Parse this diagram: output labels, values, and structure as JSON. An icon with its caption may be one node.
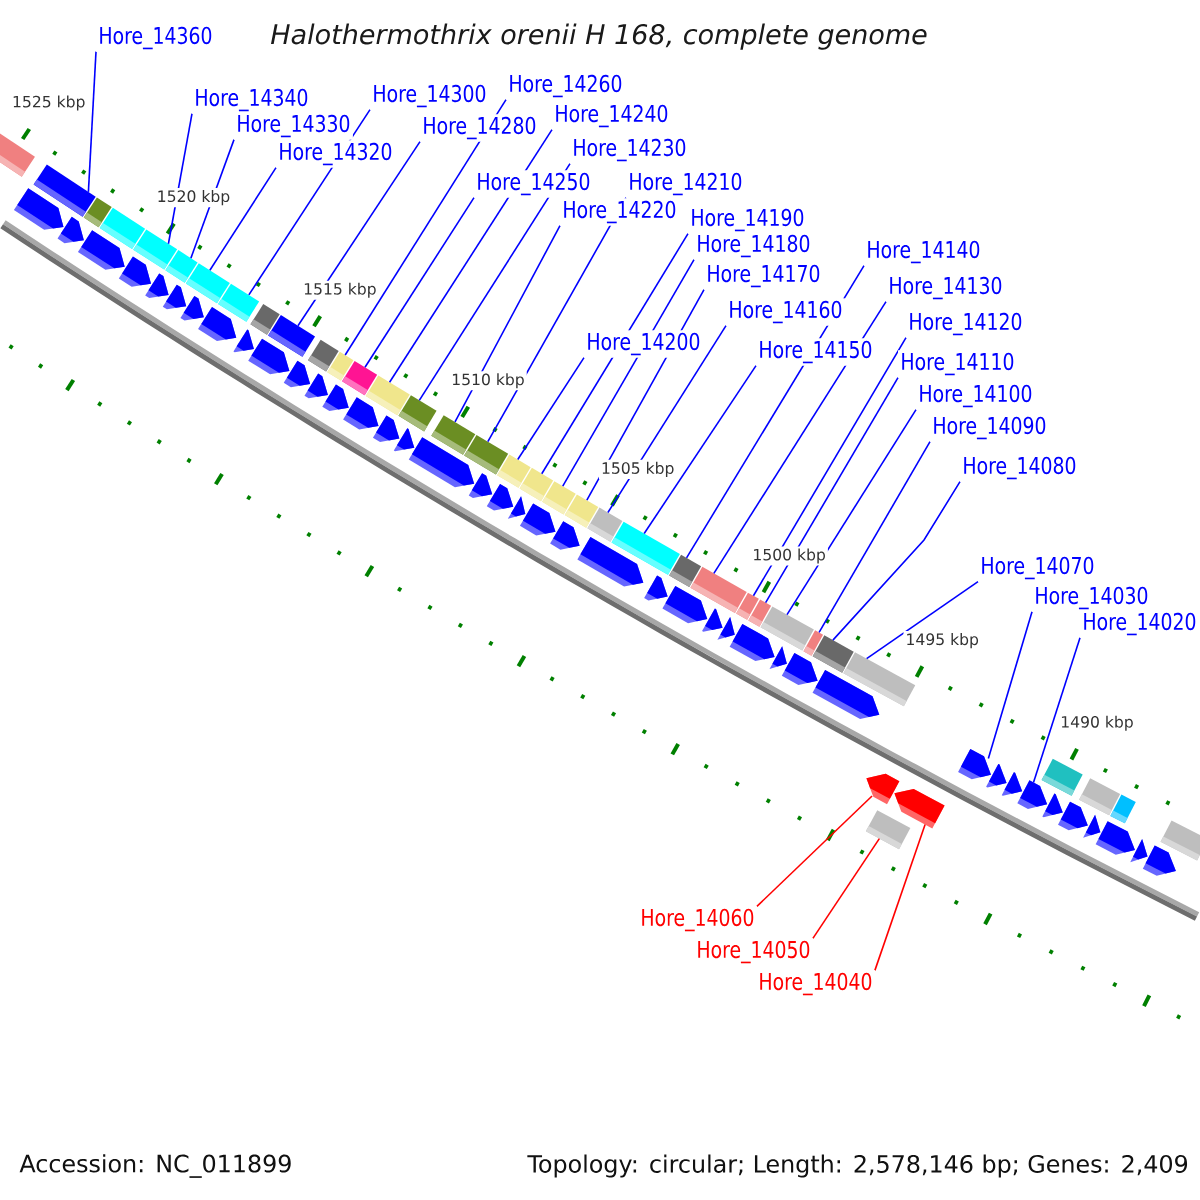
{
  "diagram": {
    "title": "Halothermothrix orenii H 168, complete genome",
    "nodes": [
      {
        "text": [
          "Hore_14360"
        ]
      },
      {
        "text": [
          "Hore_14340"
        ]
      },
      {
        "text": [
          "Hore_14330"
        ]
      },
      {
        "text": [
          "Hore_14320"
        ]
      },
      {
        "text": [
          "Hore_14300"
        ]
      },
      {
        "text": [
          "Hore_14280"
        ]
      },
      {
        "text": [
          "Hore_14260"
        ]
      },
      {
        "text": [
          "Hore_14250"
        ]
      },
      {
        "text": [
          "Hore_14240"
        ]
      },
      {
        "text": [
          "Hore_14230"
        ]
      },
      {
        "text": [
          "Hore_14220"
        ]
      },
      {
        "text": [
          "Hore_14210"
        ]
      },
      {
        "text": [
          "Hore_14200"
        ]
      },
      {
        "text": [
          "Hore_14190"
        ]
      },
      {
        "text": [
          "Hore_14180"
        ]
      },
      {
        "text": [
          "Hore_14170"
        ]
      },
      {
        "text": [
          "Hore_14160"
        ]
      },
      {
        "text": [
          "Hore_14150"
        ]
      },
      {
        "text": [
          "Hore_14140"
        ]
      },
      {
        "text": [
          "Hore_14130"
        ]
      },
      {
        "text": [
          "Hore_14120"
        ]
      },
      {
        "text": [
          "Hore_14110"
        ]
      },
      {
        "text": [
          "Hore_14100"
        ]
      },
      {
        "text": [
          "Hore_14090"
        ]
      },
      {
        "text": [
          "Hore_14080"
        ]
      },
      {
        "text": [
          "Hore_14070"
        ]
      },
      {
        "text": [
          "Hore_14060"
        ]
      },
      {
        "text": [
          "Hore_14050"
        ]
      },
      {
        "text": [
          "Hore_14040"
        ]
      },
      {
        "text": [
          "Hore_14030"
        ]
      },
      {
        "text": [
          "Hore_14020"
        ]
      },
      {
        "text": [],
        "shape": "bar"
      },
      {
        "text": [],
        "shape": "bar"
      },
      {
        "text": [],
        "shape": "bar"
      },
      {
        "text": [],
        "shape": "bar"
      },
      {
        "text": [],
        "shape": "bar"
      },
      {
        "text": [],
        "shape": "bar"
      },
      {
        "text": [],
        "shape": "bar"
      },
      {
        "text": [],
        "shape": "bar"
      },
      {
        "text": [],
        "shape": "bar"
      },
      {
        "text": [],
        "shape": "bar"
      },
      {
        "text": [],
        "shape": "bar"
      },
      {
        "text": [],
        "shape": "bar"
      },
      {
        "text": [],
        "shape": "bar"
      },
      {
        "text": [],
        "shape": "bar"
      },
      {
        "text": [],
        "shape": "bar"
      },
      {
        "text": [],
        "shape": "bar"
      },
      {
        "text": [],
        "shape": "bar"
      },
      {
        "text": [],
        "shape": "bar"
      },
      {
        "text": [],
        "shape": "bar"
      },
      {
        "text": [],
        "shape": "bar"
      },
      {
        "text": [],
        "shape": "bar"
      },
      {
        "text": [],
        "shape": "bar"
      },
      {
        "text": [],
        "shape": "bar"
      },
      {
        "text": [],
        "shape": "bar"
      },
      {
        "text": [],
        "shape": "bar"
      },
      {
        "text": [],
        "shape": "bar"
      },
      {
        "text": [],
        "shape": "bar"
      },
      {
        "text": [],
        "shape": "bar"
      },
      {
        "text": [],
        "shape": "bar"
      },
      {
        "text": [],
        "shape": "bar"
      },
      {
        "text": [],
        "shape": "bar"
      },
      {
        "text": [],
        "shape": "bar"
      },
      {
        "text": [],
        "shape": "bar"
      },
      {
        "text": [],
        "shape": "bar"
      },
      {
        "text": [],
        "shape": "bar"
      },
      {
        "text": [],
        "shape": "arrow"
      },
      {
        "text": [],
        "shape": "arrow"
      },
      {
        "text": [],
        "shape": "arrow"
      },
      {
        "text": [],
        "shape": "arrow"
      },
      {
        "text": [],
        "shape": "arrow"
      },
      {
        "text": [],
        "shape": "arrow"
      },
      {
        "text": [],
        "shape": "arrow"
      },
      {
        "text": [],
        "shape": "arrow"
      },
      {
        "text": [],
        "shape": "arrow"
      },
      {
        "text": [],
        "shape": "arrow"
      },
      {
        "text": [],
        "shape": "arrow"
      },
      {
        "text": [],
        "shape": "arrow"
      },
      {
        "text": [],
        "shape": "arrow"
      },
      {
        "text": [],
        "shape": "arrow"
      },
      {
        "text": [],
        "shape": "arrow"
      },
      {
        "text": [],
        "shape": "arrow"
      },
      {
        "text": [],
        "shape": "arrow"
      },
      {
        "text": [],
        "shape": "arrow"
      },
      {
        "text": [],
        "shape": "arrow"
      },
      {
        "text": [],
        "shape": "arrow"
      },
      {
        "text": [],
        "shape": "arrow"
      },
      {
        "text": [],
        "shape": "arrow"
      },
      {
        "text": [],
        "shape": "arrow"
      },
      {
        "text": [],
        "shape": "arrow"
      },
      {
        "text": [],
        "shape": "arrow"
      },
      {
        "text": [],
        "shape": "arrow"
      },
      {
        "text": [],
        "shape": "arrow"
      },
      {
        "text": [],
        "shape": "arrow"
      },
      {
        "text": [],
        "shape": "arrow"
      },
      {
        "text": [],
        "shape": "arrow"
      },
      {
        "text": [],
        "shape": "arrow"
      },
      {
        "text": [],
        "shape": "arrow"
      },
      {
        "text": [],
        "shape": "arrow"
      },
      {
        "text": [],
        "shape": "arrow"
      },
      {
        "text": [],
        "shape": "arrow"
      },
      {
        "text": [],
        "shape": "arrow"
      },
      {
        "text": [],
        "shape": "arrow"
      },
      {
        "text": [],
        "shape": "arrow"
      },
      {
        "text": [],
        "shape": "arrow"
      },
      {
        "text": [],
        "shape": "arrow"
      },
      {
        "text": [],
        "shape": "arrow"
      },
      {
        "text": [],
        "shape": "arrow"
      },
      {
        "text": [],
        "shape": "arrow"
      },
      {
        "text": [],
        "shape": "bar"
      }
    ],
    "edges": [
      {
        "from": 0,
        "to": 32,
        "arrow": "none"
      },
      {
        "from": 1,
        "to": 35,
        "arrow": "none"
      },
      {
        "from": 2,
        "to": 36,
        "arrow": "none"
      },
      {
        "from": 3,
        "to": 37,
        "arrow": "none"
      },
      {
        "from": 4,
        "to": 38,
        "arrow": "none"
      },
      {
        "from": 5,
        "to": 40,
        "arrow": "none"
      },
      {
        "from": 6,
        "to": 42,
        "arrow": "none"
      },
      {
        "from": 7,
        "to": 43,
        "arrow": "none"
      },
      {
        "from": 8,
        "to": 44,
        "arrow": "none"
      },
      {
        "from": 9,
        "to": 45,
        "arrow": "none"
      },
      {
        "from": 10,
        "to": 46,
        "arrow": "none"
      },
      {
        "from": 11,
        "to": 47,
        "arrow": "none"
      },
      {
        "from": 12,
        "to": 48,
        "arrow": "none"
      },
      {
        "from": 13,
        "to": 49,
        "arrow": "none"
      },
      {
        "from": 14,
        "to": 50,
        "arrow": "none"
      },
      {
        "from": 15,
        "to": 51,
        "arrow": "none"
      },
      {
        "from": 16,
        "to": 52,
        "arrow": "none"
      },
      {
        "from": 17,
        "to": 53,
        "arrow": "none"
      },
      {
        "from": 18,
        "to": 54,
        "arrow": "none"
      },
      {
        "from": 19,
        "to": 55,
        "arrow": "none"
      },
      {
        "from": 20,
        "to": 56,
        "arrow": "none"
      },
      {
        "from": 21,
        "to": 57,
        "arrow": "none"
      },
      {
        "from": 22,
        "to": 58,
        "arrow": "none"
      },
      {
        "from": 23,
        "to": 59,
        "arrow": "none"
      },
      {
        "from": 24,
        "to": 60,
        "arrow": "none"
      },
      {
        "from": 25,
        "to": 61,
        "arrow": "none"
      },
      {
        "from": 26,
        "to": 107,
        "arrow": "none",
        "color": "#ff0000"
      },
      {
        "from": 27,
        "to": 109,
        "arrow": "none",
        "color": "#ff0000"
      },
      {
        "from": 28,
        "to": 108,
        "arrow": "none",
        "color": "#ff0000"
      },
      {
        "from": 29,
        "to": 97,
        "arrow": "none"
      },
      {
        "from": 30,
        "to": 100,
        "arrow": "none"
      }
    ],
    "labels": [
      "1525 kbp",
      "1520 kbp",
      "1515 kbp",
      "1510 kbp",
      "1505 kbp",
      "1500 kbp",
      "1495 kbp",
      "1490 kbp",
      "Accession: NC_011899",
      "Topology: circular; Length: 2,578,146 bp; Genes: 2,409"
    ]
  }
}
